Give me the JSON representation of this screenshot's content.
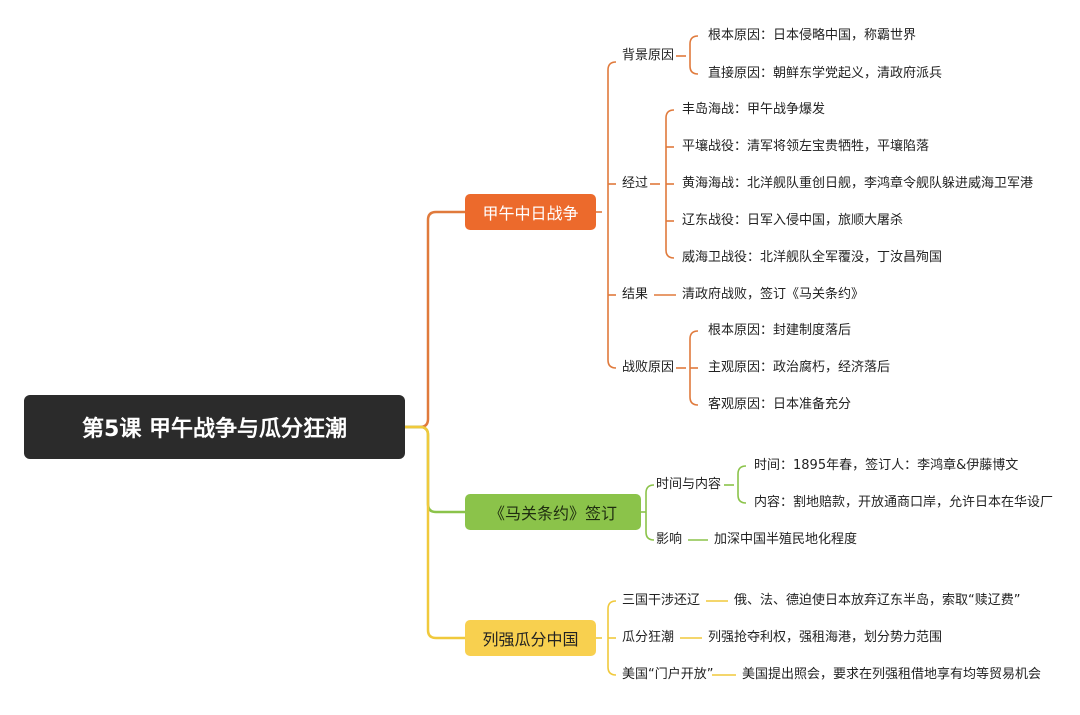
{
  "root": {
    "title": "第5课 甲午战争与瓜分狂潮"
  },
  "branch1": {
    "label": "甲午中日战争",
    "sub1": {
      "label": "背景原因",
      "items": [
        "根本原因：日本侵略中国，称霸世界",
        "直接原因：朝鲜东学党起义，清政府派兵"
      ]
    },
    "sub2": {
      "label": "经过",
      "items": [
        "丰岛海战：甲午战争爆发",
        "平壤战役：清军将领左宝贵牺牲，平壤陷落",
        "黄海海战：北洋舰队重创日舰，李鸿章令舰队躲进威海卫军港",
        "辽东战役：日军入侵中国，旅顺大屠杀",
        "威海卫战役：北洋舰队全军覆没，丁汝昌殉国"
      ]
    },
    "sub3": {
      "label": "结果",
      "items": [
        "清政府战败，签订《马关条约》"
      ]
    },
    "sub4": {
      "label": "战败原因",
      "items": [
        "根本原因：封建制度落后",
        "主观原因：政治腐朽，经济落后",
        "客观原因：日本准备充分"
      ]
    }
  },
  "branch2": {
    "label": "《马关条约》签订",
    "sub1": {
      "label": "时间与内容",
      "items": [
        "时间：1895年春，签订人：李鸿章&伊藤博文",
        "内容：割地赔款，开放通商口岸，允许日本在华设厂"
      ]
    },
    "sub2": {
      "label": "影响",
      "items": [
        "加深中国半殖民地化程度"
      ]
    }
  },
  "branch3": {
    "label": "列强瓜分中国",
    "sub1": {
      "label": "三国干涉还辽",
      "items": [
        "俄、法、德迫使日本放弃辽东半岛，索取“赎辽费”"
      ]
    },
    "sub2": {
      "label": "瓜分狂潮",
      "items": [
        "列强抢夺利权，强租海港，划分势力范围"
      ]
    },
    "sub3": {
      "label": "美国“门户开放”",
      "items": [
        "美国提出照会，要求在列强租借地享有均等贸易机会"
      ]
    }
  },
  "colors": {
    "orange": "#e07a3c",
    "green": "#8bc34a",
    "yellow": "#f0c93c",
    "root_bg": "#2b2b2b"
  }
}
